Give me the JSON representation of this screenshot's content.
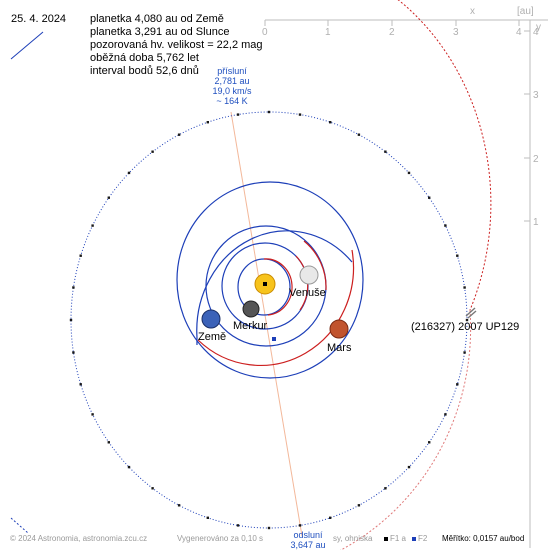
{
  "date": "25. 4. 2024",
  "info": {
    "earth_distance": "planetka 4,080 au od Země",
    "sun_distance": "planetka 3,291 au od Slunce",
    "magnitude": "pozorovaná hv. velikost = 22,2 mag",
    "period": "oběžná doba 5,762 let",
    "point_interval": "interval bodů 52,6 dnů"
  },
  "perihelion": {
    "title": "přísluní",
    "distance": "2,781 au",
    "speed": "19,0 km/s",
    "temperature": "~ 164 K"
  },
  "aphelion": {
    "title": "odsluní",
    "distance": "3,647 au"
  },
  "bodies": {
    "venus": "Venuše",
    "mercury": "Merkur",
    "earth": "Země",
    "mars": "Mars",
    "asteroid": "(216327) 2007 UP129"
  },
  "axes": {
    "unit_label": "[au]",
    "x_label": "x",
    "y_label": "y",
    "top_ticks": [
      "0",
      "1",
      "2",
      "3",
      "4"
    ],
    "right_ticks": [
      "4",
      "3",
      "2",
      "1"
    ]
  },
  "footer": {
    "copyright": "© 2024 Astronomia, astronomia.zcu.cz",
    "generated": "Vygenerováno za 0,10 s",
    "legend_partial": "sy, ohniska",
    "f1": "F1 a",
    "f2": "F2",
    "scale": "Měřítko: 0,0157 au/bod"
  },
  "colors": {
    "orbit_blue": "#1d3fb8",
    "orbit_red": "#cc1f1f",
    "axis_gray": "#bdbdbd",
    "apsis_line": "#f3b89a",
    "text_blue": "#1f4fbf"
  }
}
